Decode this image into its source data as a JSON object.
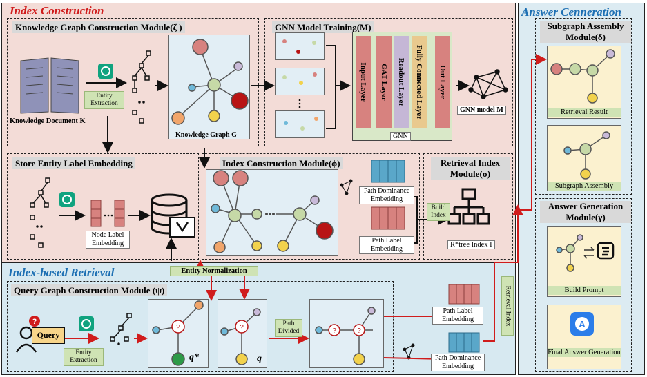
{
  "sections": {
    "index_construction": "Index Construction",
    "index_retrieval": "Index-based Retrieval",
    "answer_generation": "Answer Cenneration"
  },
  "modules": {
    "kg_construction": "Knowledge Graph Construction Module(ζ )",
    "gnn_training": "GNN Model Training(M)",
    "store_embedding": "Store Entity Label Embedding",
    "index_construction": "Index Construction Module(ϕ)",
    "retrieval_index": "Retrieval Index Module(σ)",
    "query_graph": "Query Graph Construction Module (ψ)",
    "subgraph_assembly": "Subgraph Assembly Module(δ)",
    "answer_generation": "Answer Generation Module(γ)"
  },
  "labels": {
    "knowledge_document": "Knowledge Document K",
    "entity_extraction_top": "Entity Extraction",
    "knowledge_graph": "Knowledge Graph G",
    "gnn_model": "GNN model M",
    "gnn": "GNN",
    "node_label_embedding": "Node Label Embedding",
    "path_dominance_top": "Path Dominance Embedding",
    "path_label_top": "Path Label Embedding",
    "build_index": "Build Index",
    "rtree_index": "R*tree Index I",
    "entity_normalization": "Entity Normalization",
    "query": "Query",
    "entity_extraction_bottom": "Entity Extraction",
    "q_star": "q*",
    "q": "q",
    "path_divided": "Path Divided",
    "path_label_bottom": "Path Label Embedding",
    "path_dominance_bottom": "Path Dominance Embedding",
    "retrieval_index_vertical": "Retrieval Index",
    "retrieval_result": "Retrieval Result",
    "subgraph_assembly_caption": "Subgraph Assembly",
    "build_prompt": "Build Prompt",
    "final_answer": "Final Answer Generation"
  },
  "gnn_layers": [
    "Input Layer",
    "GAT Layer",
    "Readout Layer",
    "Fully Connected Layer",
    "Out Layer"
  ],
  "colors": {
    "index_bg": "#f3dcd7",
    "retrieval_bg": "#d7e9f1",
    "answer_bg": "#dcebf2",
    "red_arrow": "#d01c1c"
  }
}
